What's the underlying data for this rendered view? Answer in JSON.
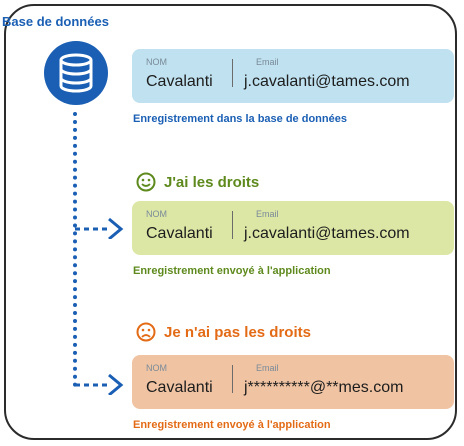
{
  "title": "Base de données",
  "database": {
    "icon": "database-icon"
  },
  "records": [
    {
      "label_nom": "NOM",
      "label_email": "Email",
      "nom": "Cavalanti",
      "email": "j.cavalanti@tames.com",
      "caption": "Enregistrement dans la base de données",
      "color": "#bfe1f0"
    },
    {
      "heading": "J'ai les droits",
      "heading_icon": "smile-icon",
      "label_nom": "NOM",
      "label_email": "Email",
      "nom": "Cavalanti",
      "email": "j.cavalanti@tames.com",
      "caption": "Enregistrement envoyé à l'application",
      "color": "#dce7a5"
    },
    {
      "heading": "Je n'ai pas les droits",
      "heading_icon": "frown-icon",
      "label_nom": "NOM",
      "label_email": "Email",
      "nom": "Cavalanti",
      "email": "j**********@**mes.com",
      "caption": "Enregistrement envoyé à l'application",
      "color": "#f0c4a3"
    }
  ]
}
